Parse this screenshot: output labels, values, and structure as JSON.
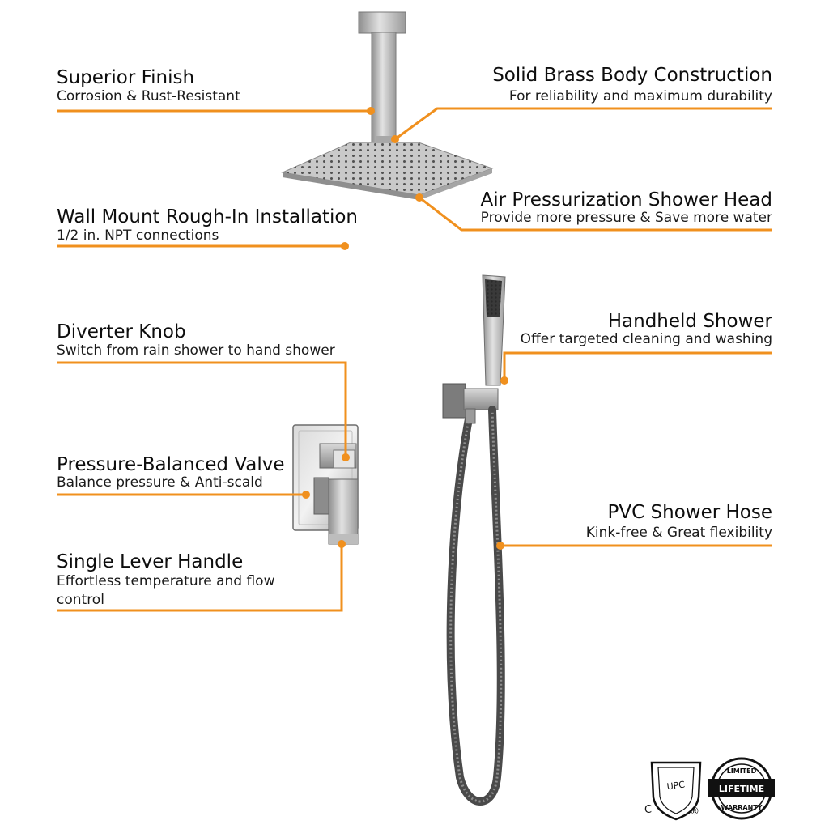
{
  "accent_color": "#F0901E",
  "features": {
    "superior_finish": {
      "title": "Superior Finish",
      "subtitle": "Corrosion & Rust-Resistant"
    },
    "solid_brass": {
      "title": "Solid Brass Body Construction",
      "subtitle": "For reliability and maximum durability"
    },
    "air_pressurization": {
      "title": "Air Pressurization Shower Head",
      "subtitle": "Provide more pressure & Save more water"
    },
    "wall_mount": {
      "title": "Wall Mount Rough-In Installation",
      "subtitle": "1/2 in. NPT connections"
    },
    "diverter_knob": {
      "title": "Diverter Knob",
      "subtitle": "Switch from rain shower to hand shower"
    },
    "handheld_shower": {
      "title": "Handheld Shower",
      "subtitle": "Offer targeted cleaning and washing"
    },
    "pressure_balanced": {
      "title": "Pressure-Balanced Valve",
      "subtitle": "Balance pressure & Anti-scald"
    },
    "pvc_hose": {
      "title": "PVC Shower Hose",
      "subtitle": "Kink-free & Great flexibility"
    },
    "single_lever": {
      "title": "Single Lever Handle",
      "subtitle_line1": "Effortless temperature and  flow",
      "subtitle_line2": "control"
    }
  },
  "badges": {
    "upc": {
      "text": "UPC",
      "c_mark": "C",
      "registered": "®"
    },
    "warranty": {
      "top": "LIMITED",
      "middle": "LIFETIME",
      "bottom": "WARRANTY"
    }
  }
}
